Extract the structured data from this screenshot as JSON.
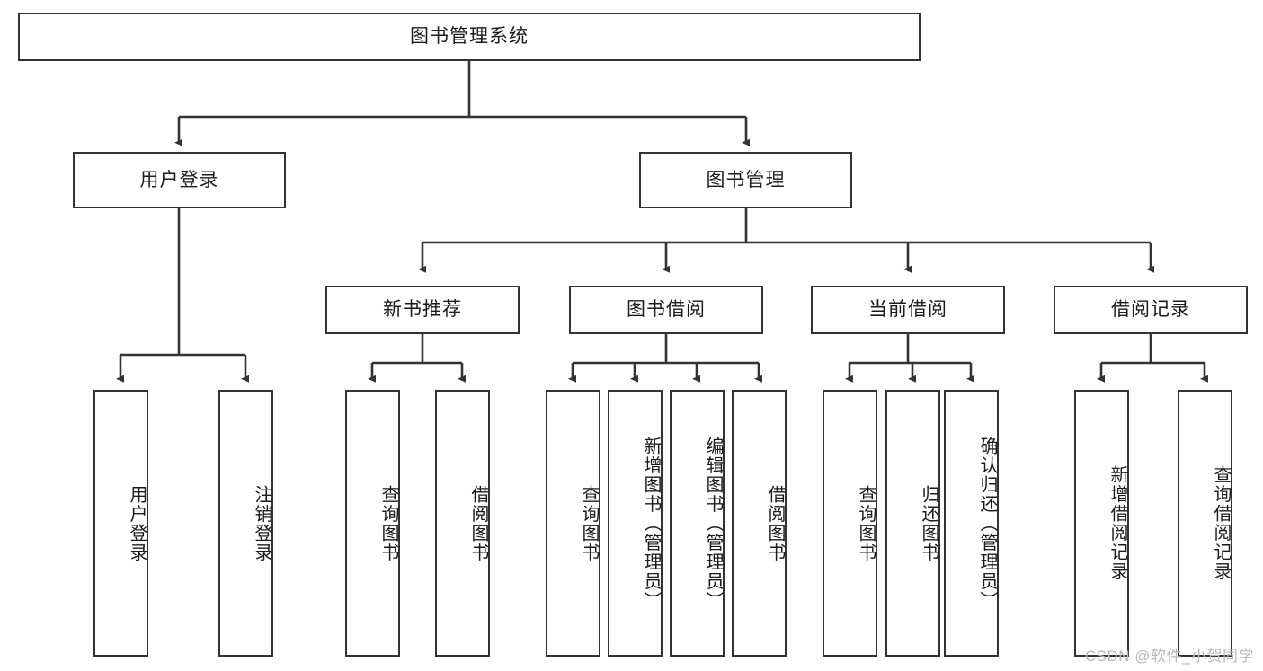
{
  "diagram": {
    "type": "tree-hierarchy",
    "title": "图书管理系统",
    "watermark": "CSDN @软件_小贺同学",
    "colors": {
      "stroke": "#333333",
      "fill": "#ffffff",
      "text": "#1b1b1b",
      "watermark": "#b9b9b9"
    },
    "nodes": {
      "root": "图书管理系统",
      "level2": {
        "user_login": "用户登录",
        "book_manage": "图书管理"
      },
      "level3": {
        "new_book_recommend": "新书推荐",
        "book_borrow": "图书借阅",
        "current_borrow": "当前借阅",
        "borrow_record": "借阅记录"
      },
      "leaves": {
        "user_login_1": "用户登录",
        "user_login_2": "注销登录",
        "recommend_1": "查询图书",
        "recommend_2": "借阅图书",
        "borrow_1": "查询图书",
        "borrow_2": "新增图书（管理员）",
        "borrow_3": "编辑图书（管理员）",
        "borrow_4": "借阅图书",
        "current_1": "查询图书",
        "current_2": "归还图书",
        "current_3": "确认归还（管理员）",
        "record_1": "新增借阅记录",
        "record_2": "查询借阅记录"
      }
    }
  }
}
